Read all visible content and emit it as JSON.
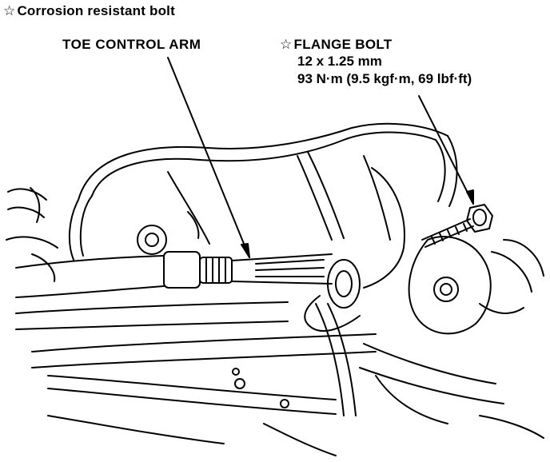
{
  "legend": {
    "symbol": "☆",
    "text": "Corrosion resistant bolt"
  },
  "callouts": {
    "toe_control_arm": "TOE CONTROL ARM",
    "flange_bolt": {
      "symbol": "☆",
      "title": "FLANGE BOLT",
      "size": "12 x 1.25 mm",
      "torque": "93 N·m (9.5 kgf·m, 69 lbf·ft)"
    }
  }
}
